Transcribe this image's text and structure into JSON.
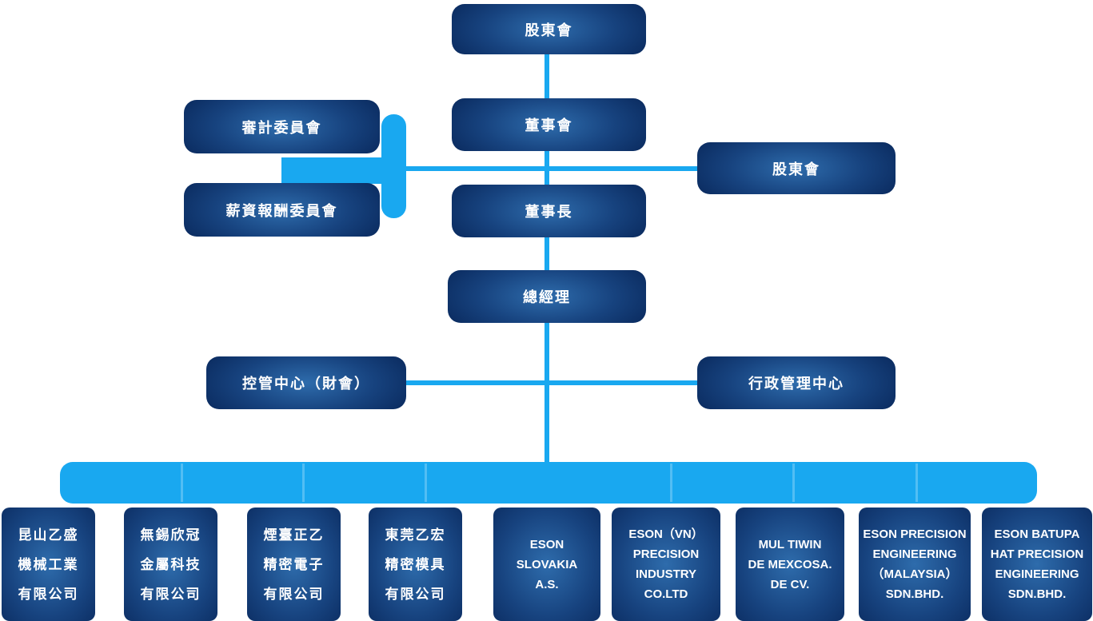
{
  "colors": {
    "connector_blue": "#19A8F0",
    "node_dark_navy": "#0A2A5E",
    "node_center_glow": "#2E6CAC",
    "text": "#FFFFFF",
    "background": "#FFFFFF"
  },
  "nodes": {
    "shareholders_meeting": "股東會",
    "board_of_directors": "董事會",
    "audit_committee": "審計委員會",
    "compensation_committee": "薪資報酬委員會",
    "right_office": "股東會",
    "chairman": "董事長",
    "general_manager": "總經理",
    "control_center": "控管中心（財會）",
    "admin_center": "行政管理中心"
  },
  "subsidiaries": [
    {
      "name": "昆山乙盛機械工業有限公司",
      "lines": [
        "昆山乙盛",
        "機械工業",
        "有限公司"
      ]
    },
    {
      "name": "無錫欣冠金屬科技有限公司",
      "lines": [
        "無錫欣冠",
        "金屬科技",
        "有限公司"
      ]
    },
    {
      "name": "煙臺正乙精密電子有限公司",
      "lines": [
        "煙臺正乙",
        "精密電子",
        "有限公司"
      ]
    },
    {
      "name": "東莞乙宏精密模具有限公司",
      "lines": [
        "東莞乙宏",
        "精密模具",
        "有限公司"
      ]
    },
    {
      "name": "ESON SLOVAKIA A.S.",
      "lines": [
        "ESON",
        "SLOVAKIA",
        "A.S."
      ]
    },
    {
      "name": "ESON（VN）PRECISION INDUSTRY CO.LTD",
      "lines": [
        "ESON（VN）",
        "PRECISION",
        "INDUSTRY",
        "CO.LTD"
      ]
    },
    {
      "name": "MUL TIWIN DE MEXCOSA. DE CV.",
      "lines": [
        "MUL TIWIN",
        "DE MEXCOSA.",
        "DE CV."
      ]
    },
    {
      "name": "ESON PRECISION ENGINEERING（MALAYSIA）SDN.BHD.",
      "lines": [
        "ESON PRECISION",
        "ENGINEERING",
        "（MALAYSIA）",
        "SDN.BHD."
      ]
    },
    {
      "name": "ESON BATUPA HAT PRECISION ENGINEERING SDN.BHD.",
      "lines": [
        "ESON BATUPA",
        "HAT PRECISION",
        "ENGINEERING",
        "SDN.BHD."
      ]
    }
  ]
}
